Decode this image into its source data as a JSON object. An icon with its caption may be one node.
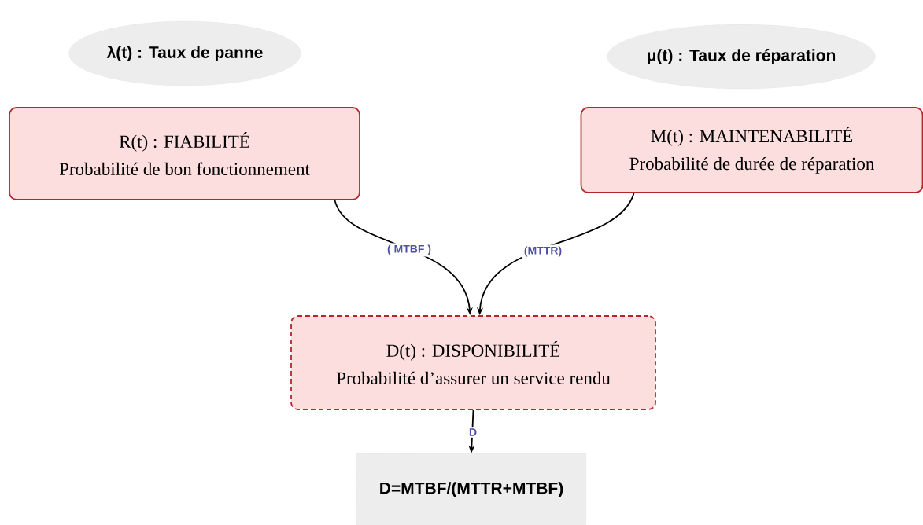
{
  "diagram": {
    "nodes": [
      {
        "text": [
          "λ(t) : Taux de panne"
        ]
      },
      {
        "text": [
          "μ(t) : Taux de réparation"
        ]
      },
      {
        "text": [
          "R(t) : FIABILITÉ",
          "Probabilité de bon fonctionnement"
        ]
      },
      {
        "text": [
          "M(t) : MAINTENABILITÉ",
          "Probabilité de durée de réparation"
        ]
      },
      {
        "text": [
          "D(t) : DISPONIBILITÉ",
          "Probabilité d’assurer un service rendu"
        ]
      },
      {
        "text": [
          "D=MTBF/(MTTR+MTBF)"
        ]
      }
    ],
    "edges": [
      {
        "from": 2,
        "to": 4,
        "arrow": "to",
        "label": "( MTBF )"
      },
      {
        "from": 3,
        "to": 4,
        "arrow": "to",
        "label": "(MTTR)"
      },
      {
        "from": 4,
        "to": 5,
        "arrow": "to",
        "label": "D"
      }
    ]
  }
}
